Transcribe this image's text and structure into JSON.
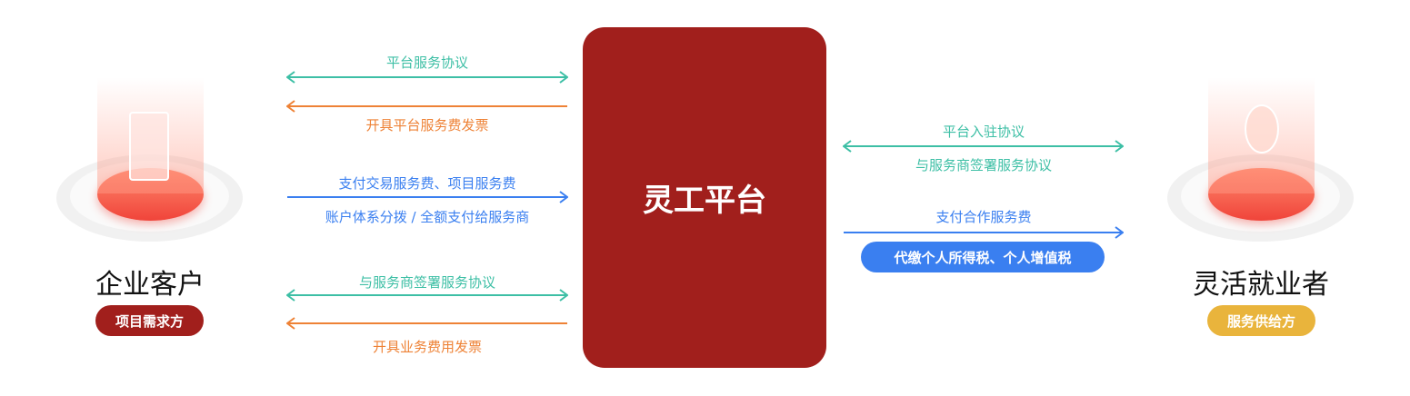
{
  "center": {
    "title": "灵工平台"
  },
  "left": {
    "title": "企业客户",
    "badge": "项目需求方"
  },
  "right": {
    "title": "灵活就业者",
    "badge": "服务供给方"
  },
  "left_flows": [
    {
      "label": "平台服务协议",
      "direction": "both",
      "color": "#3dbfa5"
    },
    {
      "label": "开具平台服务费发票",
      "direction": "left",
      "color": "#ee8236"
    },
    {
      "label": "支付交易服务费、项目服务费",
      "direction": "right",
      "color": "#3a7ff0"
    },
    {
      "label": "账户体系分拨 / 全额支付给服务商",
      "direction": "right",
      "color": "#3a7ff0"
    },
    {
      "label": "与服务商签署服务协议",
      "direction": "both",
      "color": "#3dbfa5"
    },
    {
      "label": "开具业务费用发票",
      "direction": "left",
      "color": "#ee8236"
    }
  ],
  "right_flows": [
    {
      "label": "平台入驻协议",
      "direction": "both",
      "color": "#3dbfa5"
    },
    {
      "label": "与服务商签署服务协议",
      "direction": "both",
      "color": "#3dbfa5"
    },
    {
      "label": "支付合作服务费",
      "direction": "right",
      "color": "#3a7ff0"
    },
    {
      "label": "代缴个人所得税、个人增值税",
      "direction": "right",
      "color": "#3a7ff0"
    }
  ],
  "colors": {
    "brand": "#a11f1c",
    "teal": "#3dbfa5",
    "orange": "#ee8236",
    "blue": "#3a7ff0",
    "yellow": "#e9b43c"
  }
}
